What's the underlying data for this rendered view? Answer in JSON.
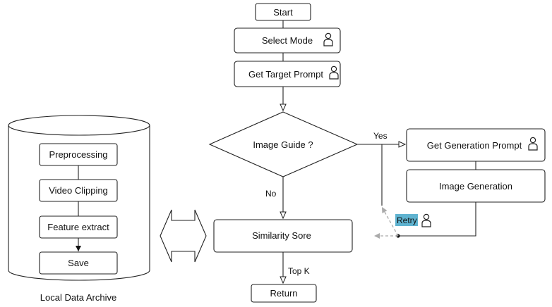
{
  "diagram": {
    "nodes": {
      "start": "Start",
      "select_mode": "Select Mode",
      "get_target_prompt": "Get Target Prompt",
      "image_guide": "Image Guide ?",
      "get_generation_prompt": "Get Generation Prompt",
      "image_generation": "Image Generation",
      "similarity": "Similarity Sore",
      "return": "Return",
      "archive_title": "Local Data Archive",
      "preprocessing": "Preprocessing",
      "video_clipping": "Video Clipping",
      "feature_extract": "Feature extract",
      "save": "Save"
    },
    "edges": {
      "yes": "Yes",
      "no": "No",
      "top_k": "Top K",
      "retry": "Retry"
    },
    "colors": {
      "retry_highlight": "#5fb3d0",
      "dashed": "#aaaaaa"
    },
    "icons": {
      "user": "user-icon"
    }
  }
}
